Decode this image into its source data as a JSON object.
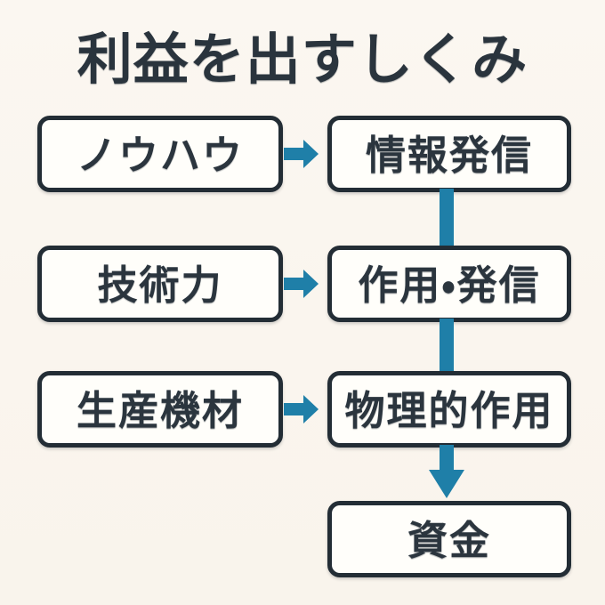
{
  "title": "利益を出すしくみ",
  "colors": {
    "background": "#faf5ee",
    "box_fill": "#fffefa",
    "box_border": "#232d35",
    "ink": "#2b353e",
    "accent": "#1f7fa8"
  },
  "flow": {
    "inputs": [
      {
        "label": "ノウハウ"
      },
      {
        "label": "技術力"
      },
      {
        "label": "生産機材"
      }
    ],
    "outputs": [
      {
        "label": "情報発信"
      },
      {
        "label": "作用・発信"
      },
      {
        "label": "物理的作用"
      }
    ],
    "result": {
      "label": "資金"
    }
  }
}
